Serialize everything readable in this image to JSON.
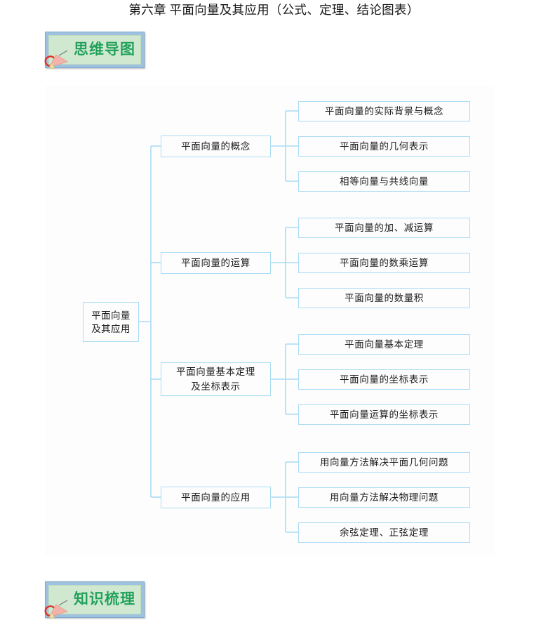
{
  "document": {
    "title": "第六章 平面向量及其应用（公式、定理、结论图表）"
  },
  "sections": {
    "mindmap_badge": {
      "label": "思维导图",
      "icon": "pencil-icon",
      "border_color": "#9ec1e0",
      "fill_color": "#cfe8cf",
      "text_color": "#21a05a"
    },
    "knowledge_badge": {
      "label": "知识梳理",
      "icon": "pencil-icon",
      "border_color": "#9ec1e0",
      "fill_color": "#cfe8cf",
      "text_color": "#21a05a"
    }
  },
  "mindmap": {
    "node_border_color": "#abdcf4",
    "connector_color": "#aadcf5",
    "root": {
      "line1": "平面向量",
      "line2": "及其应用"
    },
    "branches": [
      {
        "label": "平面向量的概念",
        "children": [
          "平面向量的实际背景与概念",
          "平面向量的几何表示",
          "相等向量与共线向量"
        ]
      },
      {
        "label": "平面向量的运算",
        "children": [
          "平面向量的加、减运算",
          "平面向量的数乘运算",
          "平面向量的数量积"
        ]
      },
      {
        "label_line1": "平面向量基本定理",
        "label_line2": "及坐标表示",
        "children": [
          "平面向量基本定理",
          "平面向量的坐标表示",
          "平面向量运算的坐标表示"
        ]
      },
      {
        "label": "平面向量的应用",
        "children": [
          "用向量方法解决平面几何问题",
          "用向量方法解决物理问题",
          "余弦定理、正弦定理"
        ]
      }
    ]
  }
}
